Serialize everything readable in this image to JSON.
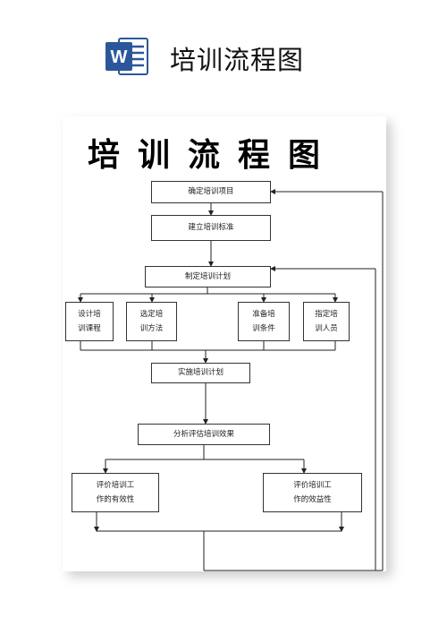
{
  "header": {
    "app_icon_letter": "W",
    "title": "培训流程图"
  },
  "document": {
    "title": "培训流程图",
    "steps": {
      "confirm_project": "确定培训项目",
      "establish_standard": "建立培训标准",
      "make_plan": "制定培训计划",
      "design_course": "设计培\n训课程",
      "select_method": "选定培\n训方法",
      "prepare_conditions": "准备培\n训条件",
      "assign_staff": "指定培\n训人员",
      "implement_plan": "实施培训计划",
      "analyze_effect": "分析评估培训效果",
      "evaluate_effectiveness": "评价培训工\n作的有效性",
      "evaluate_benefit": "评价培训工\n作的效益性"
    }
  },
  "colors": {
    "word_blue": "#2b579a",
    "line": "#222222"
  }
}
